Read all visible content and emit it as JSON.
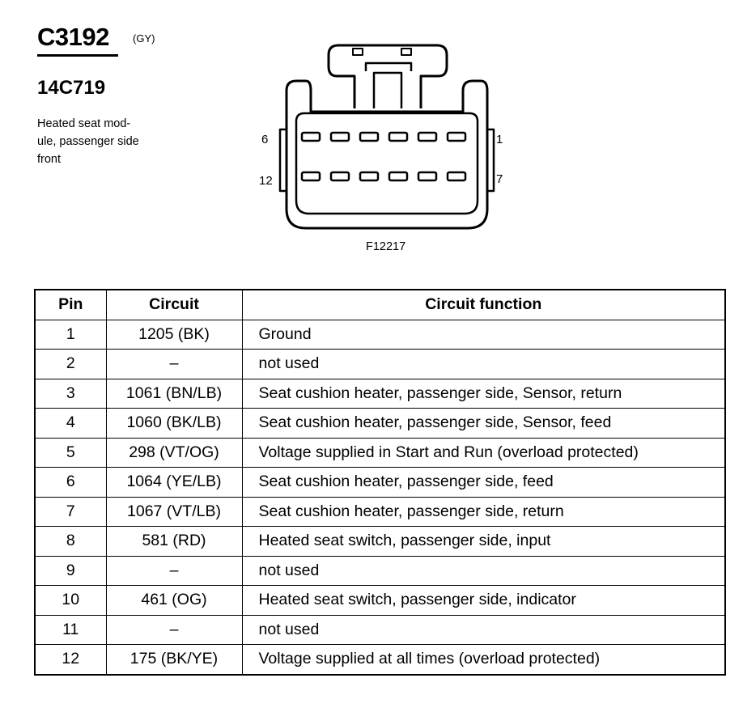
{
  "connector": {
    "id": "C3192",
    "color_code": "(GY)",
    "part_number": "14C719",
    "description": "Heated seat mod-\nule, passenger side\nfront"
  },
  "diagram": {
    "pin_labels": {
      "top_left": "6",
      "top_right": "1",
      "bottom_left": "12",
      "bottom_right": "7"
    },
    "figure_id": "F12217"
  },
  "table": {
    "headers": [
      "Pin",
      "Circuit",
      "Circuit function"
    ],
    "rows": [
      {
        "pin": "1",
        "circuit": "1205 (BK)",
        "function": "Ground"
      },
      {
        "pin": "2",
        "circuit": "–",
        "function": "not used"
      },
      {
        "pin": "3",
        "circuit": "1061 (BN/LB)",
        "function": "Seat cushion heater, passenger side, Sensor, return"
      },
      {
        "pin": "4",
        "circuit": "1060 (BK/LB)",
        "function": "Seat cushion heater, passenger side, Sensor, feed"
      },
      {
        "pin": "5",
        "circuit": "298 (VT/OG)",
        "function": "Voltage supplied in Start and Run (overload protected)"
      },
      {
        "pin": "6",
        "circuit": "1064 (YE/LB)",
        "function": "Seat cushion heater, passenger side, feed"
      },
      {
        "pin": "7",
        "circuit": "1067 (VT/LB)",
        "function": "Seat cushion heater, passenger side, return"
      },
      {
        "pin": "8",
        "circuit": "581 (RD)",
        "function": "Heated seat switch, passenger side, input"
      },
      {
        "pin": "9",
        "circuit": "–",
        "function": "not used"
      },
      {
        "pin": "10",
        "circuit": "461 (OG)",
        "function": "Heated seat switch, passenger side, indicator"
      },
      {
        "pin": "11",
        "circuit": "–",
        "function": "not used"
      },
      {
        "pin": "12",
        "circuit": "175 (BK/YE)",
        "function": "Voltage supplied at all times (overload protected)"
      }
    ]
  }
}
